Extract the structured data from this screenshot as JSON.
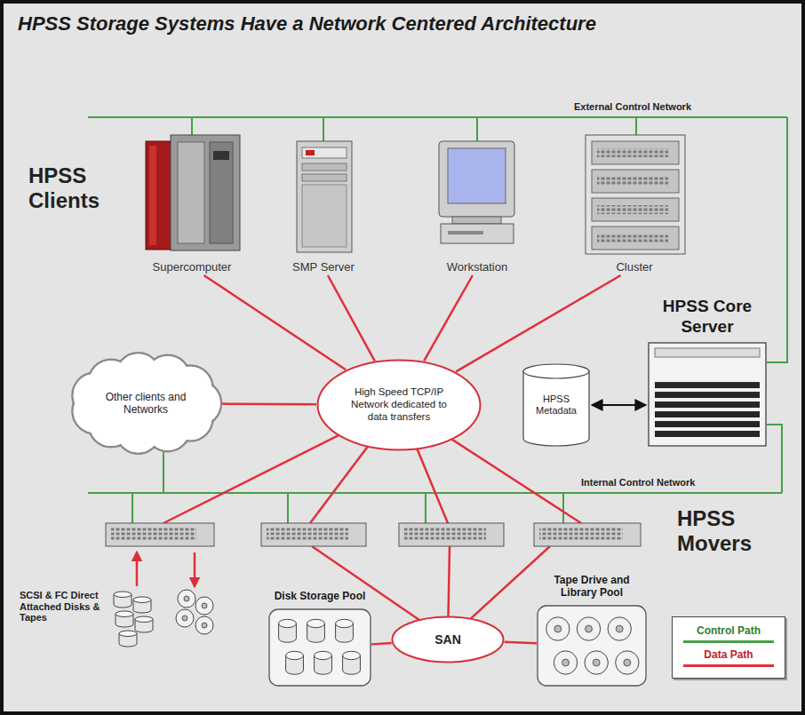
{
  "diagram": {
    "title": "HPSS Storage Systems Have a Network Centered Architecture",
    "nodes": [
      {
        "text": [
          "Supercomputer"
        ]
      },
      {
        "text": [
          "SMP Server"
        ]
      },
      {
        "text": [
          "Workstation"
        ]
      },
      {
        "text": [
          "Cluster"
        ]
      },
      {
        "text": [
          "HPSS Core Server"
        ]
      },
      {
        "text": [
          "Other clients and Networks"
        ]
      },
      {
        "text": [
          "High Speed TCP/IP Network dedicated to data transfers"
        ]
      },
      {
        "text": [
          "HPSS Metadata"
        ]
      },
      {
        "text": [
          "Disk Storage Pool"
        ]
      },
      {
        "text": [
          "SAN"
        ]
      },
      {
        "text": [
          "Tape Drive and Library Pool"
        ]
      }
    ],
    "edges": [
      {
        "from": 0,
        "to": 6,
        "arrow": "none"
      },
      {
        "from": 1,
        "to": 6,
        "arrow": "none"
      },
      {
        "from": 2,
        "to": 6,
        "arrow": "none"
      },
      {
        "from": 3,
        "to": 6,
        "arrow": "none"
      },
      {
        "from": 5,
        "to": 6,
        "arrow": "none"
      },
      {
        "from": 7,
        "to": 4,
        "arrow": "both"
      },
      {
        "from": 9,
        "to": 8,
        "arrow": "none"
      },
      {
        "from": 9,
        "to": 10,
        "arrow": "none"
      }
    ],
    "labels": [
      "HPSS Clients",
      "External Control Network",
      "Internal Control Network",
      "HPSS Movers",
      "SCSI & FC Direct Attached Disks & Tapes"
    ],
    "legend": [
      {
        "text": "Control Path"
      },
      {
        "text": "Data Path"
      }
    ]
  }
}
